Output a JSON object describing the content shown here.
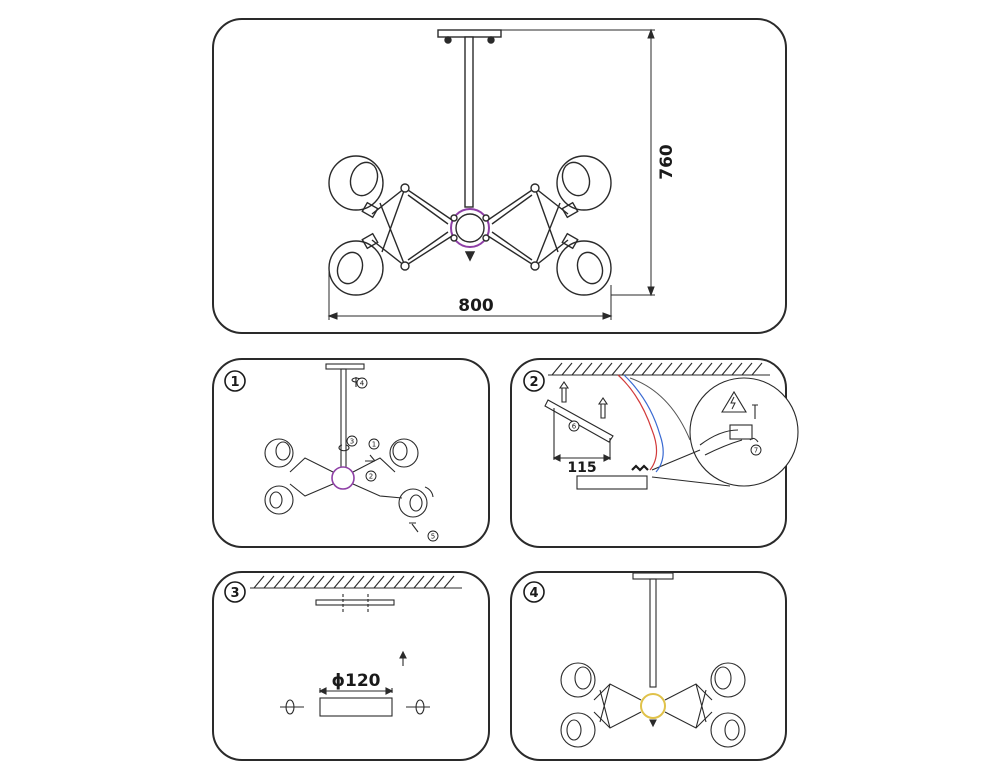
{
  "main": {
    "height_label": "760",
    "width_label": "800"
  },
  "steps": [
    {
      "number": "1",
      "markers": [
        "4",
        "3",
        "1",
        "2",
        "5"
      ]
    },
    {
      "number": "2",
      "markers": [
        "6",
        "7"
      ],
      "dimension": "115"
    },
    {
      "number": "3",
      "dimension": "ϕ120"
    },
    {
      "number": "4"
    }
  ],
  "colors": {
    "line": "#2a2a2a",
    "center_hub_main": "#8e3fa6",
    "center_hub_step4": "#e0c24a",
    "wire_red": "#d23a3a",
    "wire_blue": "#3a6ad2"
  }
}
